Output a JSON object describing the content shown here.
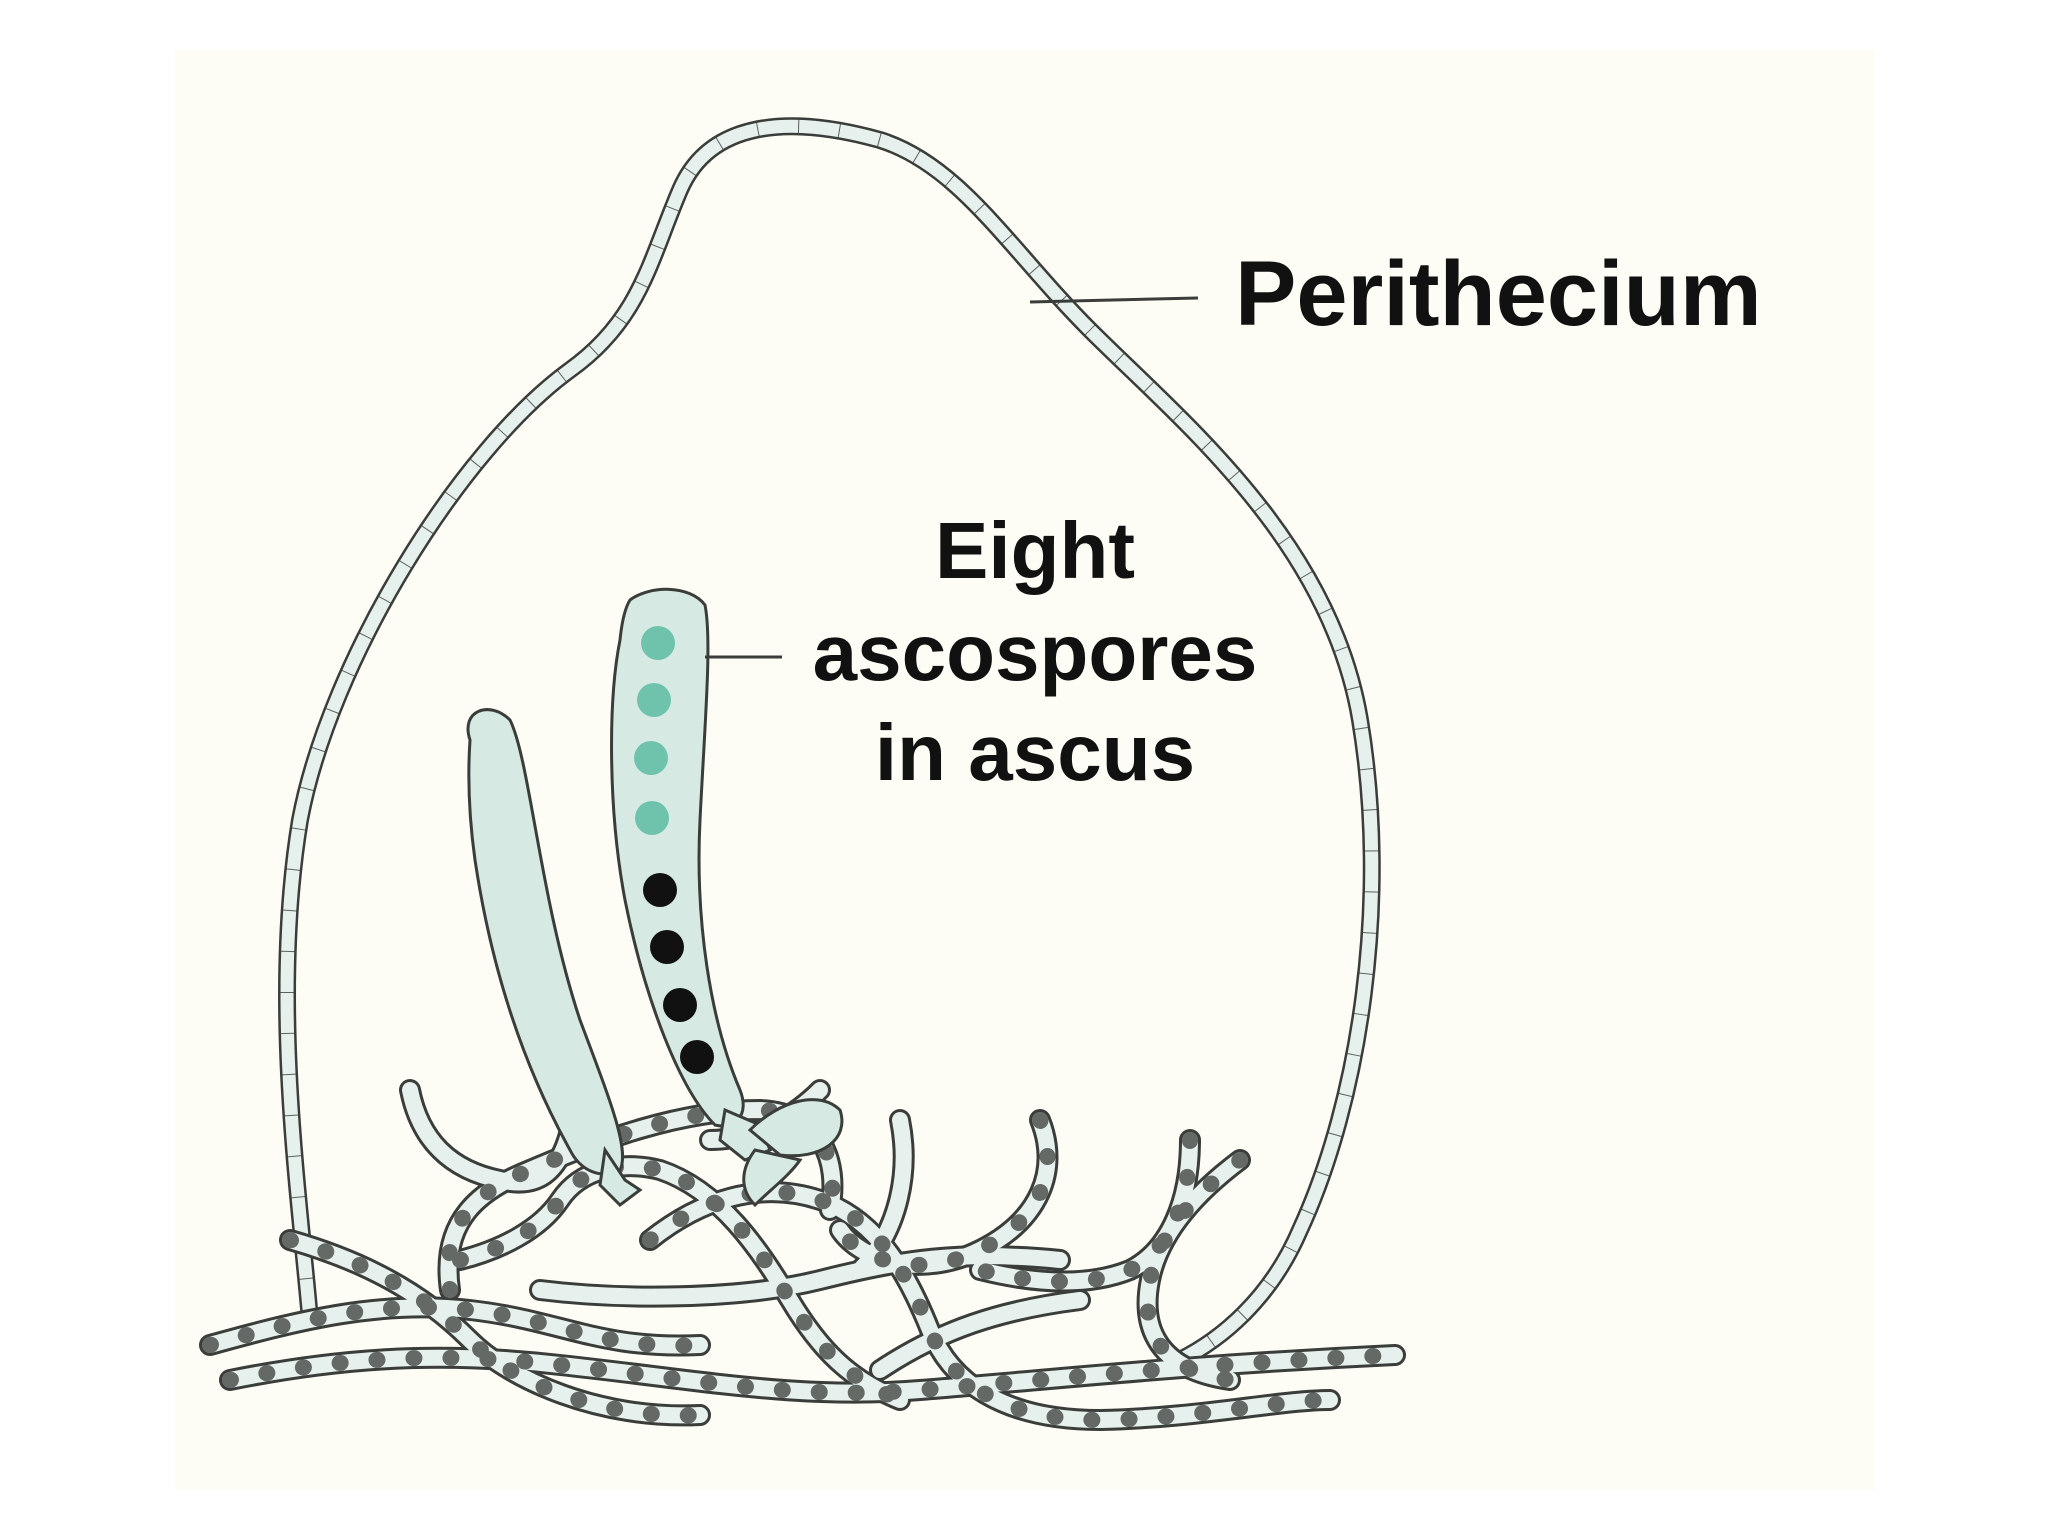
{
  "labels": {
    "perithecium": "Perithecium",
    "ascus_line1": "Eight",
    "ascus_line2": "ascospores",
    "ascus_line3": "in ascus"
  },
  "colors": {
    "background": "#ffffff",
    "panel": "#fdfcf5",
    "wall_fill": "#e6f0ec",
    "wall_stroke": "#3a3d3a",
    "ascus_fill": "#d6e9e3",
    "spore_light": "#6fc3ad",
    "spore_dark": "#111111",
    "text": "#111111"
  },
  "ascospores": {
    "count": 8,
    "light_count": 4,
    "dark_count": 4
  }
}
